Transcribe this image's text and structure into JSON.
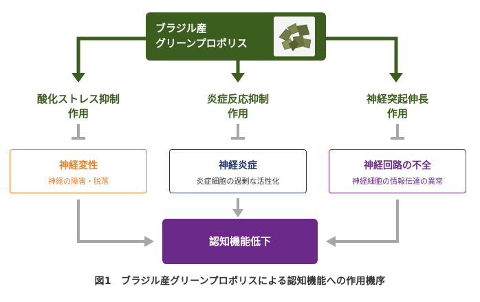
{
  "source": {
    "title_line1": "ブラジル産",
    "title_line2": "グリーンプロポリス"
  },
  "actions": [
    {
      "line1": "酸化ストレス抑制",
      "line2": "作用"
    },
    {
      "line1": "炎症反応抑制",
      "line2": "作用"
    },
    {
      "line1": "神経突起伸長",
      "line2": "作用"
    }
  ],
  "conditions": [
    {
      "title": "神経変性",
      "subtitle": "神経の障害・脱落"
    },
    {
      "title": "神経炎症",
      "subtitle": "炎症細胞の過剰な活性化"
    },
    {
      "title": "神経回路の不全",
      "subtitle": "神経細胞の情報伝達の異常"
    }
  ],
  "result": "認知機能低下",
  "caption": "図1　ブラジル産グリーンプロポリスによる認知機能への作用機序",
  "colors": {
    "green": "#3b5e1f",
    "orange": "#e8832a",
    "navy": "#1f3270",
    "purple": "#6b2a8a",
    "gray": "#a6a6a6"
  }
}
